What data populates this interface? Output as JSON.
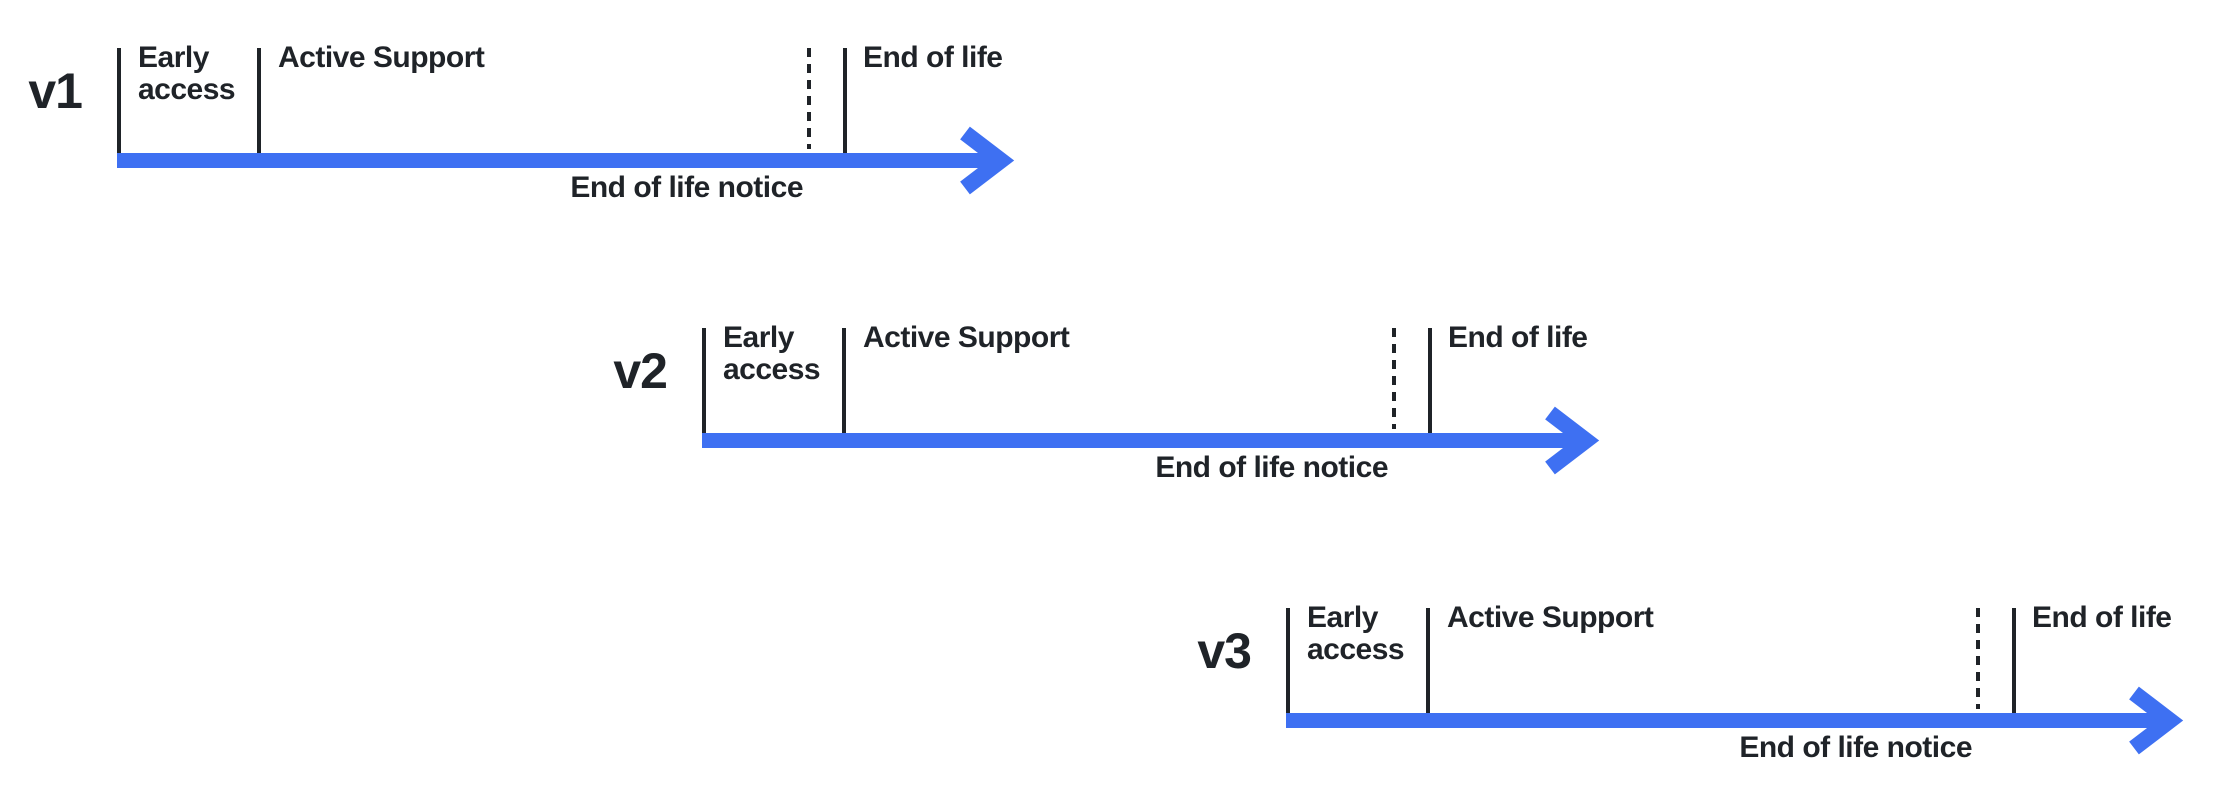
{
  "colors": {
    "arrow": "#3E70F2",
    "ink": "#1F2328",
    "background": "#FFFFFF"
  },
  "rows": [
    {
      "version": "v1",
      "early_access_label": "Early access",
      "active_support_label": "Active Support",
      "end_of_life_label": "End of life",
      "end_of_life_notice_label": "End of life notice"
    },
    {
      "version": "v2",
      "early_access_label": "Early access",
      "active_support_label": "Active Support",
      "end_of_life_label": "End of life",
      "end_of_life_notice_label": "End of life notice"
    },
    {
      "version": "v3",
      "early_access_label": "Early access",
      "active_support_label": "Active Support",
      "end_of_life_label": "End of life",
      "end_of_life_notice_label": "End of life notice"
    }
  ]
}
